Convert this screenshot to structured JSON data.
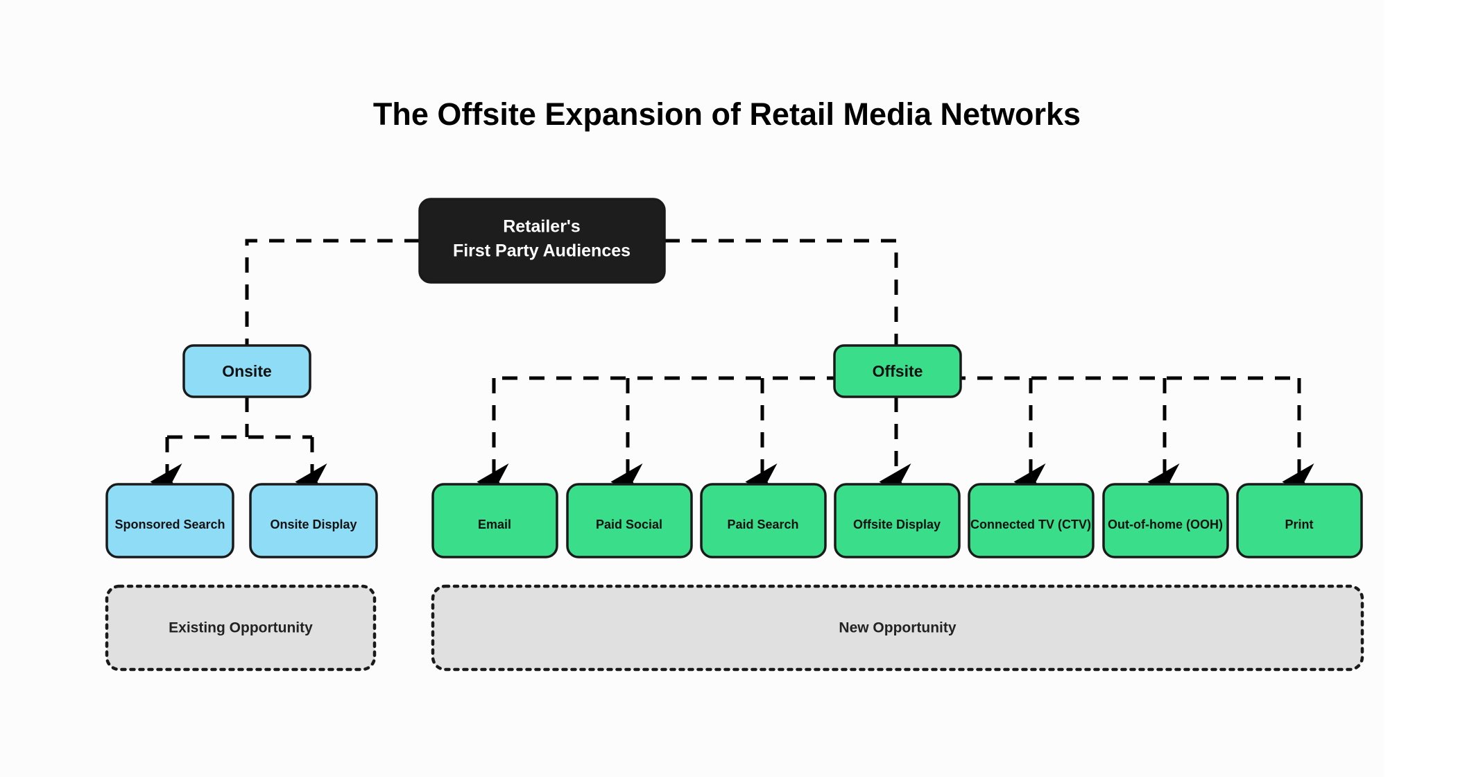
{
  "page": {
    "title": "The Offsite Expansion of Retail Media Networks",
    "background": "#ffffff",
    "surface": "#fcfcfc"
  },
  "colors": {
    "root_fill": "#1d1d1d",
    "root_text": "#ffffff",
    "onsite_fill": "#8fdcf7",
    "offsite_fill": "#3ade8a",
    "group_fill": "#e0e0e0",
    "stroke": "#1a1a1a",
    "edge": "#000000",
    "node_text": "#111111"
  },
  "root": {
    "id": "root",
    "line1": "Retailer's",
    "line2": "First Party Audiences"
  },
  "branches": [
    {
      "id": "onsite",
      "label": "Onsite",
      "fill": "#8fdcf7"
    },
    {
      "id": "offsite",
      "label": "Offsite",
      "fill": "#3ade8a"
    }
  ],
  "onsite_children": [
    {
      "id": "sponsored-search",
      "label": "Sponsored Search"
    },
    {
      "id": "onsite-display",
      "label": "Onsite Display"
    }
  ],
  "offsite_children": [
    {
      "id": "email",
      "label": "Email"
    },
    {
      "id": "paid-social",
      "label": "Paid Social"
    },
    {
      "id": "paid-search",
      "label": "Paid Search"
    },
    {
      "id": "offsite-display",
      "label": "Offsite Display"
    },
    {
      "id": "connected-tv",
      "label": "Connected TV (CTV)"
    },
    {
      "id": "out-of-home",
      "label": "Out-of-home (OOH)"
    },
    {
      "id": "print",
      "label": "Print"
    }
  ],
  "groups": [
    {
      "id": "existing-opportunity",
      "label": "Existing Opportunity"
    },
    {
      "id": "new-opportunity",
      "label": "New Opportunity"
    }
  ]
}
